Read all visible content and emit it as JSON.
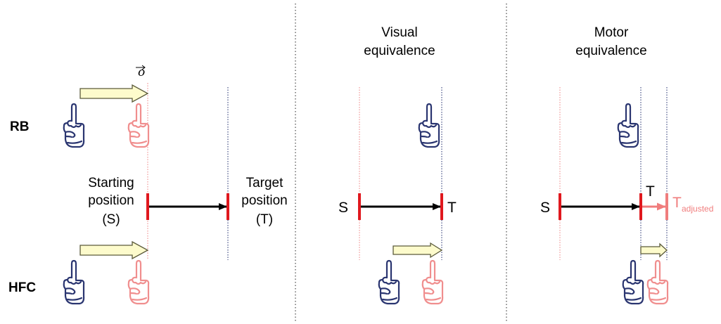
{
  "rows": {
    "rb": "RB",
    "hfc": "HFC"
  },
  "panels": {
    "visual": {
      "title_line1": "Visual",
      "title_line2": "equivalence"
    },
    "motor": {
      "title_line1": "Motor",
      "title_line2": "equivalence"
    }
  },
  "offset_vector": "o",
  "labels": {
    "starting_line1": "Starting",
    "starting_line2": "position",
    "starting_line3": "(S)",
    "target_line1": "Target",
    "target_line2": "position",
    "target_line3": "(T)",
    "s": "S",
    "t": "T",
    "t_adjusted_main": "T",
    "t_adjusted_sub": "adjusted"
  },
  "colors": {
    "navy_hand": "#2a3570",
    "pink_hand": "#f08e8e",
    "red_marker": "#e0181e",
    "adjusted": "#f07d7d",
    "arrow_fill": "#fdfbcc",
    "arrow_stroke": "#5b5a3a",
    "guide_navy": "#1d2a6b",
    "guide_red": "#ee8080",
    "divider": "#555555"
  },
  "icons": [
    "pointing-hand-icon",
    "offset-arrow-icon"
  ]
}
